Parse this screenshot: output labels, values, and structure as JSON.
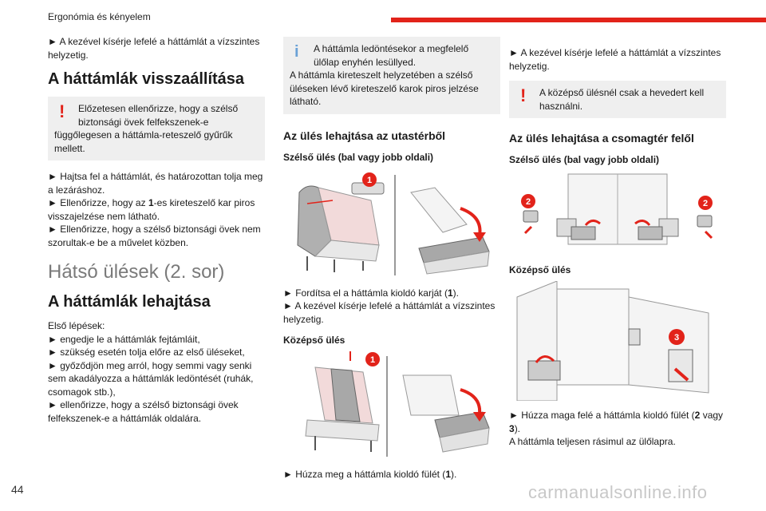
{
  "header": {
    "title": "Ergonómia és kényelem"
  },
  "page_number": "44",
  "watermark": "carmanualsonline.info",
  "col1": {
    "p_intro": "► A kezével kísérje lefelé a háttámlát a vízszintes helyzetig.",
    "h_restore": "A háttámlák visszaállítása",
    "warn1_first": "Előzetesen ellenőrizze, hogy a szélső biztonsági övek felfekszenek-e",
    "warn1_rest": "függőlegesen a háttámla-reteszelő gyűrűk mellett.",
    "steps": [
      "► Hajtsa fel a háttámlát, és határozottan tolja meg a lezáráshoz.",
      "► Ellenőrizze, hogy az ",
      "-es kireteszelő kar piros visszajelzése nem látható.",
      "► Ellenőrizze, hogy a szélső biztonsági övek nem szorultak-e be a művelet közben."
    ],
    "step_num": "1",
    "h_rear": "Hátsó ülések (2. sor)",
    "h_fold": "A háttámlák lehajtása",
    "first_steps_label": "Első lépések:",
    "first_steps": [
      "► engedje le a háttámlák fejtámláit,",
      "► szükség esetén tolja előre az első üléseket,",
      "► győződjön meg arról, hogy semmi vagy senki sem akadályozza a háttámlák ledöntését (ruhák, csomagok stb.),",
      "► ellenőrizze, hogy a szélső biztonsági övek felfekszenek-e a háttámlák oldalára."
    ]
  },
  "col2": {
    "info_first": "A háttámla ledöntésekor a megfelelő ülőlap enyhén lesüllyed.",
    "info_rest": "A háttámla kireteszelt helyzetében a szélső üléseken lévő kireteszelő karok piros jelzése látható.",
    "h_passenger": "Az ülés lehajtása az utastérből",
    "h_outer": "Szélső ülés (bal vagy jobb oldali)",
    "fig1_label": "1",
    "p_fig1_a": "► Fordítsa el a háttámla kioldó karját (",
    "p_fig1_num": "1",
    "p_fig1_b": ").",
    "p_fig1_c": "► A kezével kísérje lefelé a háttámlát a vízszintes helyzetig.",
    "h_middle": "Középső ülés",
    "fig2_label": "1",
    "p_fig2_a": "► Húzza meg a háttámla kioldó fülét (",
    "p_fig2_num": "1",
    "p_fig2_b": ")."
  },
  "col3": {
    "p_intro": "► A kezével kísérje lefelé a háttámlát a vízszintes helyzetig.",
    "warn_first": "A középső ülésnél csak a hevedert kell",
    "warn_rest": "használni.",
    "h_trunk": "Az ülés lehajtása a csomagtér felől",
    "h_outer": "Szélső ülés (bal vagy jobb oldali)",
    "fig3_label_left": "2",
    "fig3_label_right": "2",
    "h_middle": "Középső ülés",
    "fig4_label": "3",
    "p_pull_a": "► Húzza maga felé a háttámla kioldó fülét (",
    "p_pull_n1": "2",
    "p_pull_mid": " vagy ",
    "p_pull_n2": "3",
    "p_pull_b": ").",
    "p_final": "A háttámla teljesen rásimul az ülőlapra."
  },
  "colors": {
    "accent": "#e2231a",
    "info": "#6aa1d6",
    "callout_bg": "#efefef",
    "seat_fill": "#b0b0b0"
  },
  "icons": {
    "warning": "warning-exclamation-icon",
    "info": "info-icon"
  }
}
